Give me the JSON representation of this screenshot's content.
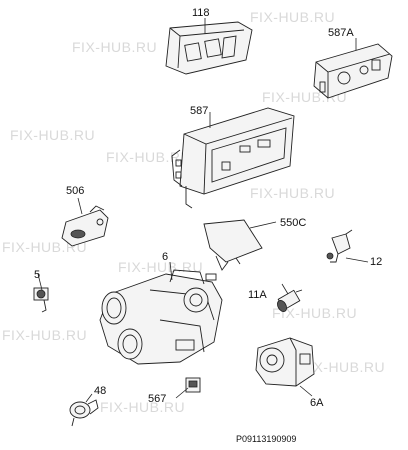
{
  "watermark": "FIX-HUB.RU",
  "callouts": {
    "c118": "118",
    "c587a": "587A",
    "c587": "587",
    "c506": "506",
    "c550c": "550C",
    "c5": "5",
    "c6": "6",
    "c12": "12",
    "c11a": "11A",
    "c48": "48",
    "c567": "567",
    "c6a": "6A"
  },
  "diagram_code": "P09113190909"
}
